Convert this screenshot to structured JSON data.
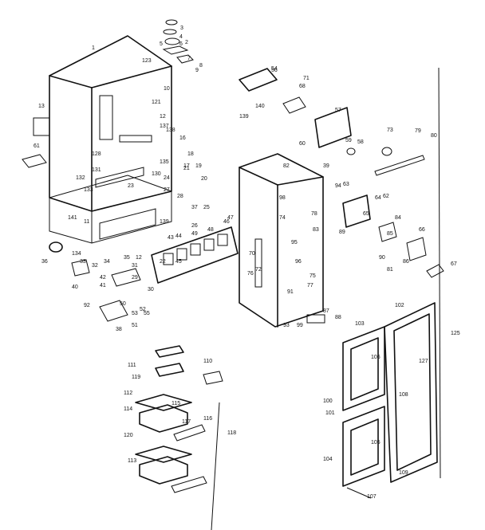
{
  "labels": [
    "123",
    "10",
    "121",
    "12",
    "137",
    "138",
    "135",
    "130",
    "128",
    "131",
    "132",
    "133",
    "23",
    "24",
    "27",
    "26",
    "20",
    "25",
    "141",
    "11",
    "139",
    "134",
    "12",
    "22",
    "43",
    "44",
    "32",
    "33",
    "34",
    "35",
    "36",
    "40",
    "41",
    "42",
    "29",
    "30",
    "31",
    "53",
    "92",
    "38",
    "47",
    "13",
    "61",
    "3",
    "4",
    "5",
    "6",
    "7",
    "8",
    "9",
    "54",
    "71",
    "68",
    "57",
    "139",
    "140",
    "60",
    "59",
    "58",
    "39",
    "73",
    "79",
    "80",
    "82",
    "63",
    "64",
    "65",
    "62",
    "66",
    "67",
    "84",
    "85",
    "86",
    "87",
    "70",
    "76",
    "72",
    "75",
    "77",
    "78",
    "74",
    "83",
    "89",
    "81",
    "90",
    "88",
    "91",
    "93",
    "94",
    "95",
    "96",
    "98",
    "99",
    "100",
    "101",
    "102",
    "103",
    "104",
    "105",
    "106",
    "107",
    "108",
    "109",
    "110",
    "111",
    "112",
    "113",
    "114",
    "115",
    "116",
    "117",
    "118",
    "119",
    "120",
    "125",
    "127",
    "1",
    "16",
    "17",
    "18",
    "19",
    "21",
    "28",
    "37",
    "45",
    "46",
    "48",
    "49",
    "50",
    "51",
    "52",
    "55",
    "56",
    "2"
  ]
}
